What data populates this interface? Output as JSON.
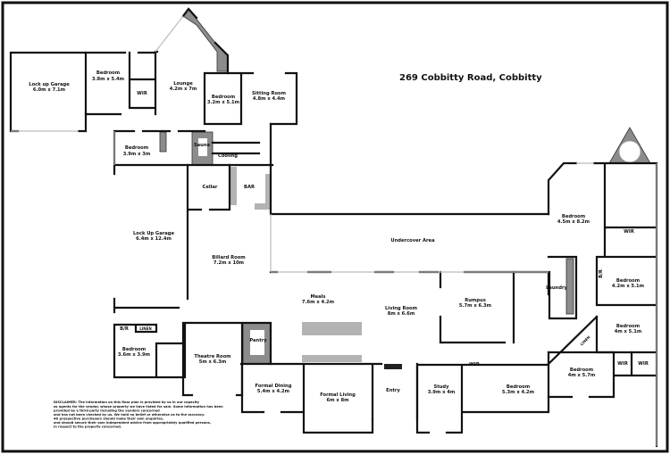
{
  "title": "269 Cobbitty Road, Cobbitty",
  "rooms": [
    {
      "name": "Lock up Garage",
      "size": "6.0m x 7.1m"
    },
    {
      "name": "Bedroom",
      "size": "3.8m x 5.4m"
    },
    {
      "name": "WIR",
      "size": ""
    },
    {
      "name": "Lounge",
      "size": "4.2m x 7m"
    },
    {
      "name": "Bedroom",
      "size": "3.2m x 5.1m"
    },
    {
      "name": "Sitting Room",
      "size": "4.8m x 4.4m"
    },
    {
      "name": "Bedroom",
      "size": "3.9m x 3m"
    },
    {
      "name": "Sauna",
      "size": ""
    },
    {
      "name": "Cooling",
      "size": ""
    },
    {
      "name": "Cellar",
      "size": ""
    },
    {
      "name": "BAR",
      "size": ""
    },
    {
      "name": "Lock Up Garage",
      "size": "6.4m x 12.4m"
    },
    {
      "name": "Billard Room",
      "size": "7.2m x 10m"
    },
    {
      "name": "Undercover Area",
      "size": ""
    },
    {
      "name": "Meals",
      "size": "7.6m x 4.2m"
    },
    {
      "name": "Living Room",
      "size": "8m x 6.6m"
    },
    {
      "name": "Rumpus",
      "size": "5.7m x 6.3m"
    },
    {
      "name": "Laundry",
      "size": ""
    },
    {
      "name": "Bedroom",
      "size": "4.5m x 8.2m"
    },
    {
      "name": "WIR",
      "size": ""
    },
    {
      "name": "Bedroom",
      "size": "4.2m x 5.1m"
    },
    {
      "name": "Bedroom",
      "size": "4m x 5.1m"
    },
    {
      "name": "Bedroom",
      "size": "4m x 5.7m"
    },
    {
      "name": "WIR",
      "size": ""
    },
    {
      "name": "WIR",
      "size": ""
    },
    {
      "name": "Bedroom",
      "size": "5.3m x 4.2m"
    },
    {
      "name": "WIR",
      "size": ""
    },
    {
      "name": "Study",
      "size": "3.9m x 4m"
    },
    {
      "name": "Entry",
      "size": ""
    },
    {
      "name": "Formal Living",
      "size": "6m x 8m"
    },
    {
      "name": "Formal Dining",
      "size": "5.4m x 4.2m"
    },
    {
      "name": "Theatre Room",
      "size": "5m x 6.3m"
    },
    {
      "name": "Pantry",
      "size": ""
    },
    {
      "name": "Bedroom",
      "size": "3.6m x 3.9m"
    }
  ],
  "small_labels": {
    "br_left": "B/R",
    "linen_left": "LINEN",
    "br_right": "B/R",
    "linen_right": "LINEN"
  },
  "disclaimer": [
    "DISCLAIMER: The information on this floor plan is provided by us in our capacity",
    "as agents for the vendor, whose property we have listed for sale. Some information has been",
    "provided by a third party including the vendors concerned",
    "and has not been checked by us. We hold no belief or otherwise as to the accuracy.",
    "All prospective purchasers should make their own enquiries,",
    "and should secure their own independent advice from appropriately qualified persons,",
    "in respect to the property concerned."
  ]
}
